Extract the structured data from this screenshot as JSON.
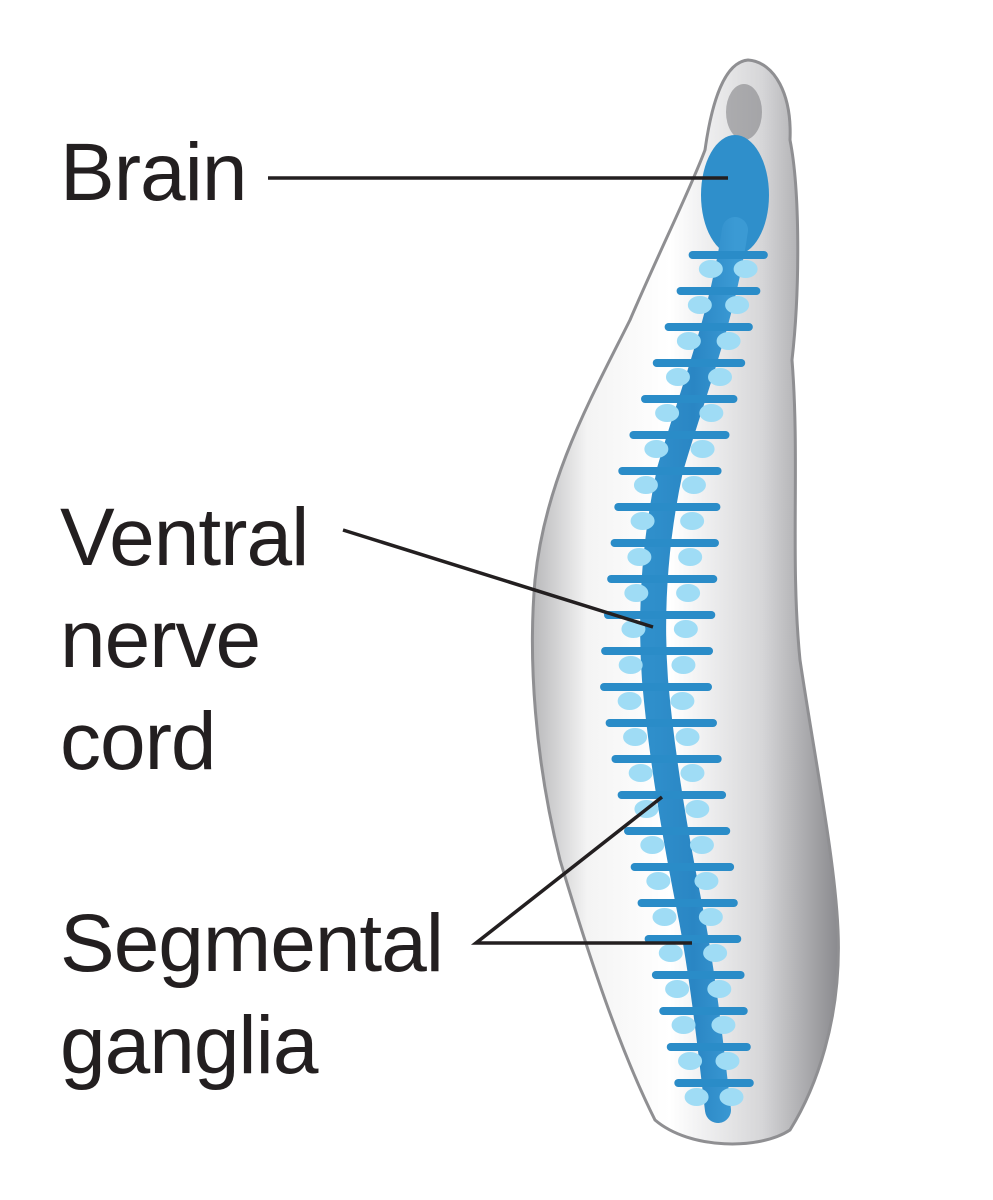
{
  "labels": {
    "brain": "Brain",
    "ventral_nerve_cord": [
      "Ventral",
      "nerve",
      "cord"
    ],
    "segmental_ganglia": [
      "Segmental",
      "ganglia"
    ]
  },
  "colors": {
    "nerve_blue": "#2a8cc8",
    "ganglion_light": "#9fdcf5",
    "body_gray": "#c9c9cb",
    "body_dark": "#8c8c90",
    "line": "#231f20"
  }
}
